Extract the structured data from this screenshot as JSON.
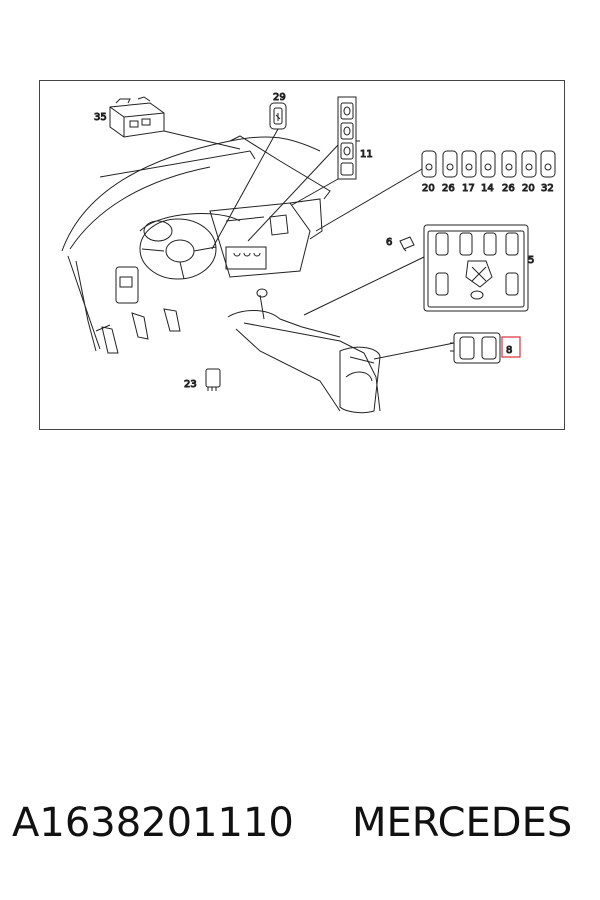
{
  "diagram": {
    "callouts": {
      "c35": "35",
      "c29": "29",
      "c11": "11",
      "c6": "6",
      "c5": "5",
      "c8": "8",
      "c23": "23",
      "row": [
        "20",
        "26",
        "17",
        "14",
        "26",
        "20",
        "32"
      ]
    },
    "highlight_color": "#e0303a"
  },
  "footer": {
    "part_number": "A1638201110",
    "brand": "MERCEDES"
  }
}
